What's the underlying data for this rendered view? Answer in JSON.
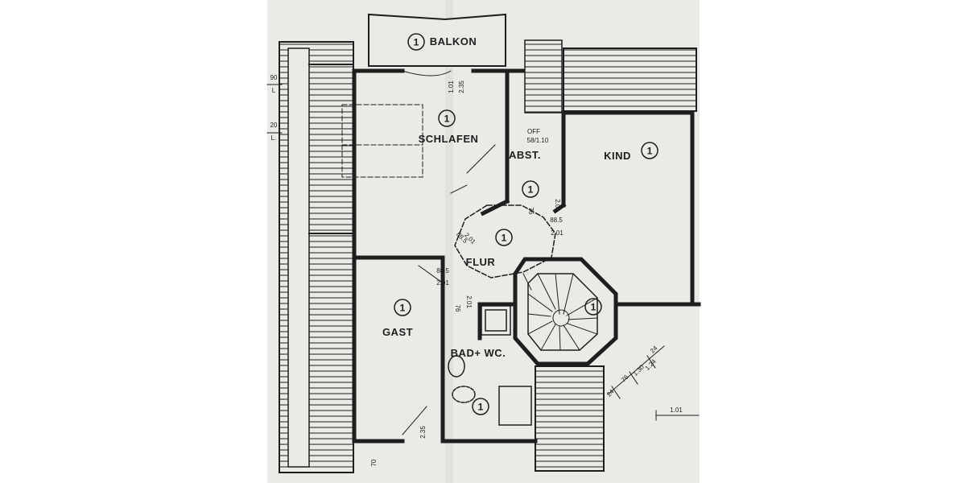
{
  "colors": {
    "paper": "#eceae6",
    "paper_shadow": "#dcdad6",
    "ink": "#1e1e1e",
    "background": "#ffffff"
  },
  "rooms": [
    {
      "id": "balkon",
      "number": "1",
      "name": "BALKON"
    },
    {
      "id": "schlafen",
      "number": "1",
      "name": "SCHLAFEN"
    },
    {
      "id": "abst",
      "number": "1",
      "name": "ABST."
    },
    {
      "id": "kind",
      "number": "1",
      "name": "KIND"
    },
    {
      "id": "flur",
      "number": "1",
      "name": "FLUR"
    },
    {
      "id": "gast",
      "number": "1",
      "name": "GAST"
    },
    {
      "id": "bad",
      "number": "1",
      "name": "BAD+ WC."
    },
    {
      "id": "treppe",
      "number": "1",
      "name": ""
    }
  ],
  "dimensions": {
    "balkon_door": "1.01",
    "balkon_door_h": "2.35",
    "abst_opening": "OFF",
    "abst_opening_size": "58/1.10",
    "abst_door_w": "76",
    "abst_door_h": "2.01",
    "kind_door_w": "88.5",
    "kind_door_h": "2.01",
    "schlafen_door_w": "88.5",
    "schlafen_door_h": "2.01",
    "gast_door_w": "88.5",
    "gast_door_h": "2.01",
    "bad_door_w": "76",
    "bad_door_h": "2.01",
    "gast_window": "2.35",
    "left_margin_1": "90",
    "left_margin_2": "20",
    "left_margin_l1": "L",
    "left_margin_l2": "L.",
    "bottom_left": "70",
    "stair_1": "24",
    "stair_2": "76",
    "stair_3": "1.30",
    "stair_4": "24",
    "stair_5": "1.24",
    "right_edge": "1.01"
  }
}
